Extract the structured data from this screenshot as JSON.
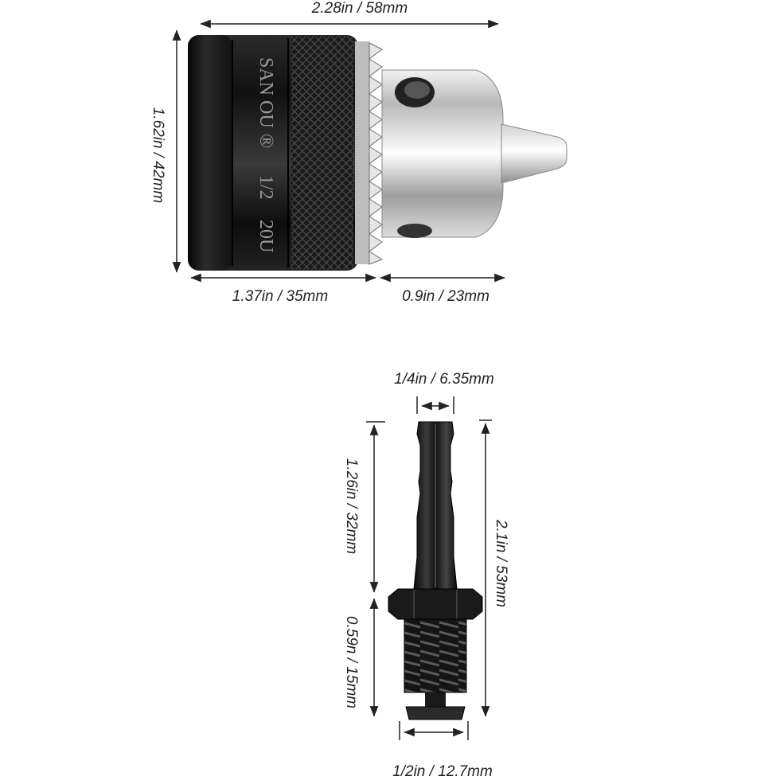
{
  "dimensions": {
    "chuck_total_length": "2.28in / 58mm",
    "chuck_diameter": "1.62in / 42mm",
    "chuck_body_length": "1.37in / 35mm",
    "chuck_nose_length": "0.9in / 23mm",
    "hex_width": "1/4in / 6.35mm",
    "hex_shank_length": "1.26in / 32mm",
    "adapter_total_length": "2.1in / 53mm",
    "thread_length": "0.59n / 15mm",
    "thread_diameter": "1/2in / 12.7mm"
  },
  "engraving": {
    "brand": "SAN OU",
    "size": "1/2",
    "code": "20U"
  },
  "colors": {
    "chuck_body": "#151515",
    "chuck_steel": "#c9c9c9",
    "adapter": "#1b1b1b",
    "dimension_line": "#222222"
  },
  "icons": {
    "registered_mark": "circled-r-icon"
  }
}
